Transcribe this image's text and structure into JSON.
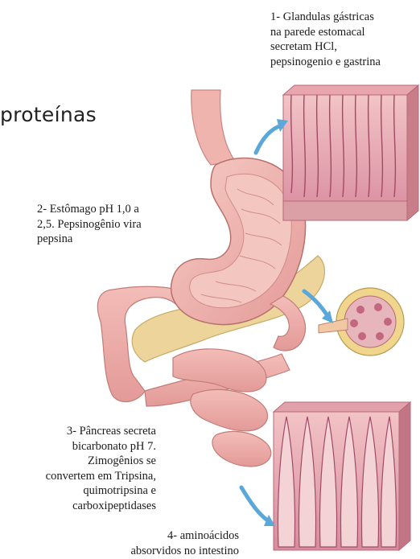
{
  "title": "proteínas",
  "labels": {
    "gland_lines": [
      "1- Glandulas gástricas",
      "na parede estomacal",
      "secretam HCl,",
      "pepsinogenio e gastrina"
    ],
    "stomach_lines": [
      "2- Estômago pH 1,0 a",
      "2,5. Pepsinogênio vira",
      "pepsina"
    ],
    "pancreas_lines": [
      "3- Pâncreas secreta",
      "bicarbonato pH 7.",
      "Zimogênios se",
      "convertem em Tripsina,",
      "quimotripsina e",
      "carboxipeptidases"
    ],
    "intestine_lines": [
      "4- aminoácidos",
      "absorvidos no intestino"
    ]
  },
  "colors": {
    "stomach": "#f2b8b4",
    "intestine": "#efaaa6",
    "pancreas": "#ecd49a",
    "tissue": "#c9637a",
    "arrow": "#5aa7d9"
  }
}
